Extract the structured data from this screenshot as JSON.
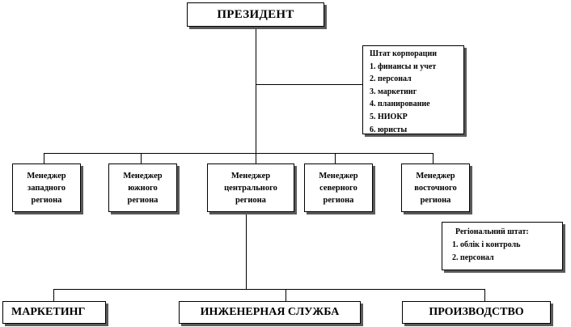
{
  "president": {
    "label": "ПРЕЗИДЕНТ"
  },
  "corporate_staff": {
    "title": "Штат   корпорации",
    "items": [
      "1. финансы и учет",
      "2. персонал",
      "3. маркетинг",
      "4. планирование",
      "5. НИОКР",
      "6. юристы"
    ]
  },
  "managers": [
    {
      "lines": [
        "Менеджер",
        "западного",
        "региона"
      ]
    },
    {
      "lines": [
        "Менеджер",
        "южного",
        "региона"
      ]
    },
    {
      "lines": [
        "Менеджер",
        "центрального",
        "региона"
      ]
    },
    {
      "lines": [
        "Менеджер",
        "северного",
        "региона"
      ]
    },
    {
      "lines": [
        "Менеджер",
        "восточного",
        "региона"
      ]
    }
  ],
  "regional_staff": {
    "title": "Регіональний   штат:",
    "items": [
      "1.  облік і контроль",
      "2.  персонал"
    ]
  },
  "departments": [
    {
      "label": "МАРКЕТИНГ"
    },
    {
      "label": "ИНЖЕНЕРНАЯ  СЛУЖБА"
    },
    {
      "label": "ПРОИЗВОДСТВО"
    }
  ]
}
